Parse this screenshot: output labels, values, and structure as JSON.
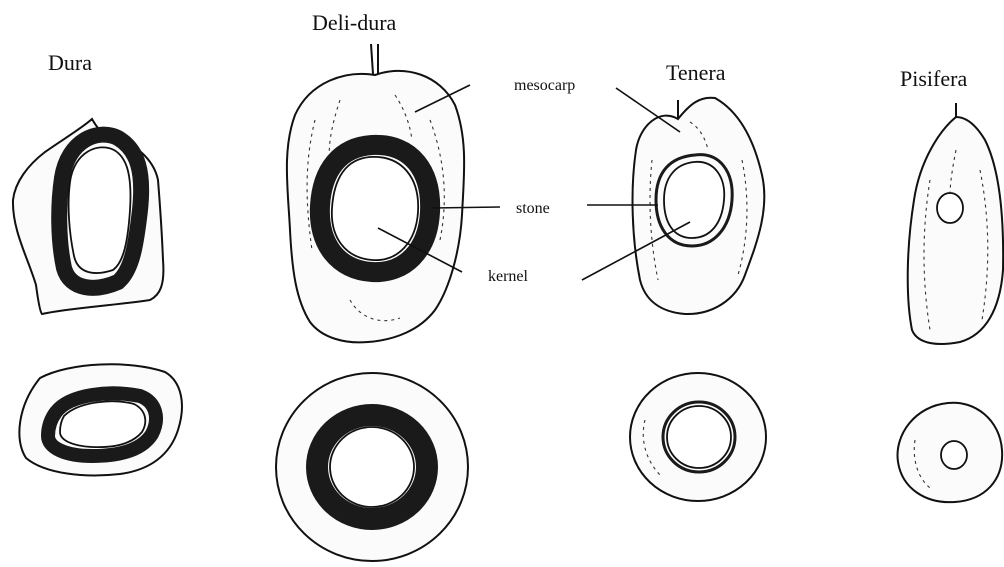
{
  "figure": {
    "varieties": {
      "dura": "Dura",
      "deli_dura": "Deli-dura",
      "tenera": "Tenera",
      "pisifera": "Pisifera"
    },
    "parts": {
      "mesocarp": "mesocarp",
      "stone": "stone",
      "kernel": "kernel"
    },
    "style": {
      "ink": "#111111",
      "paper": "#ffffff"
    }
  }
}
